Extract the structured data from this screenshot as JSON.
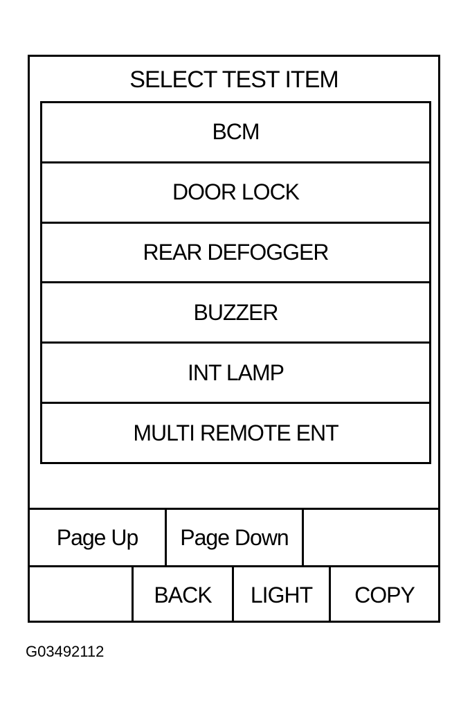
{
  "screen": {
    "title": "SELECT TEST ITEM",
    "items": [
      {
        "label": "BCM"
      },
      {
        "label": "DOOR LOCK"
      },
      {
        "label": "REAR DEFOGGER"
      },
      {
        "label": "BUZZER"
      },
      {
        "label": "INT LAMP"
      },
      {
        "label": "MULTI REMOTE ENT"
      }
    ],
    "buttons": {
      "page_up": "Page Up",
      "page_down": "Page Down",
      "back": "BACK",
      "light": "LIGHT",
      "copy": "COPY"
    }
  },
  "caption": "G03492112"
}
